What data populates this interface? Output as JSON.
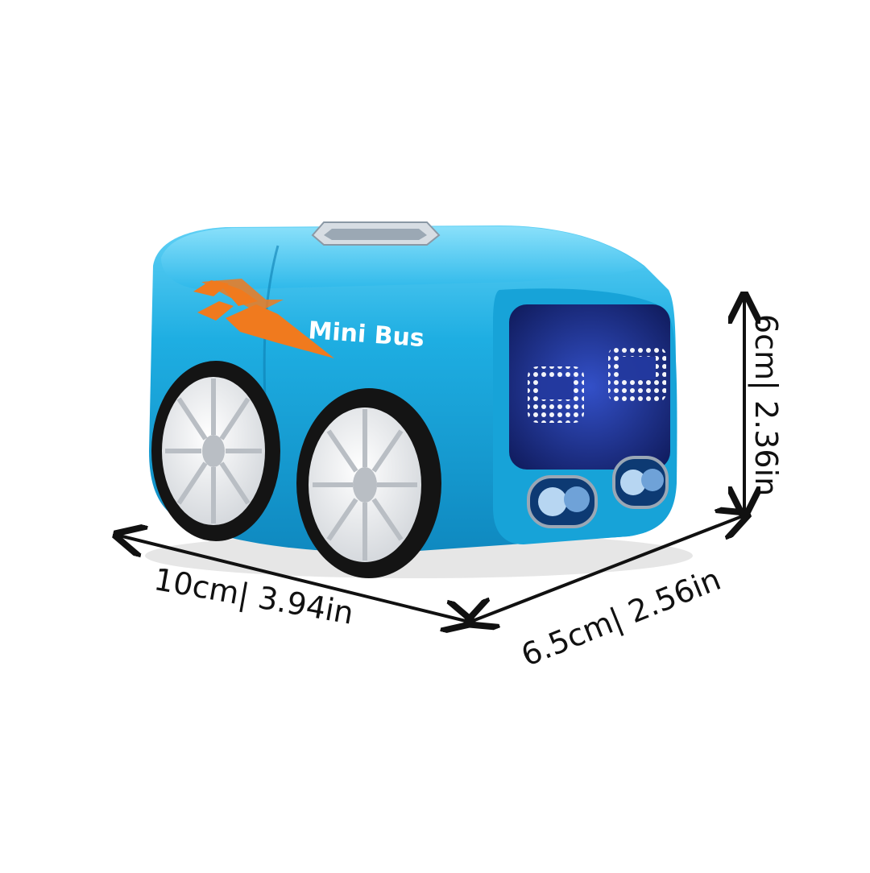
{
  "product": {
    "side_text": "Mini Bus",
    "body_color": "#1ea8dc",
    "stripe_color": "#f07a1e",
    "screen_color": "#1b2f8f"
  },
  "dimensions": {
    "length": "10cm| 3.94in",
    "width": "6.5cm| 2.56in",
    "height": "6cm| 2.36in"
  },
  "icons": [
    "double-headed-arrow-icon"
  ]
}
